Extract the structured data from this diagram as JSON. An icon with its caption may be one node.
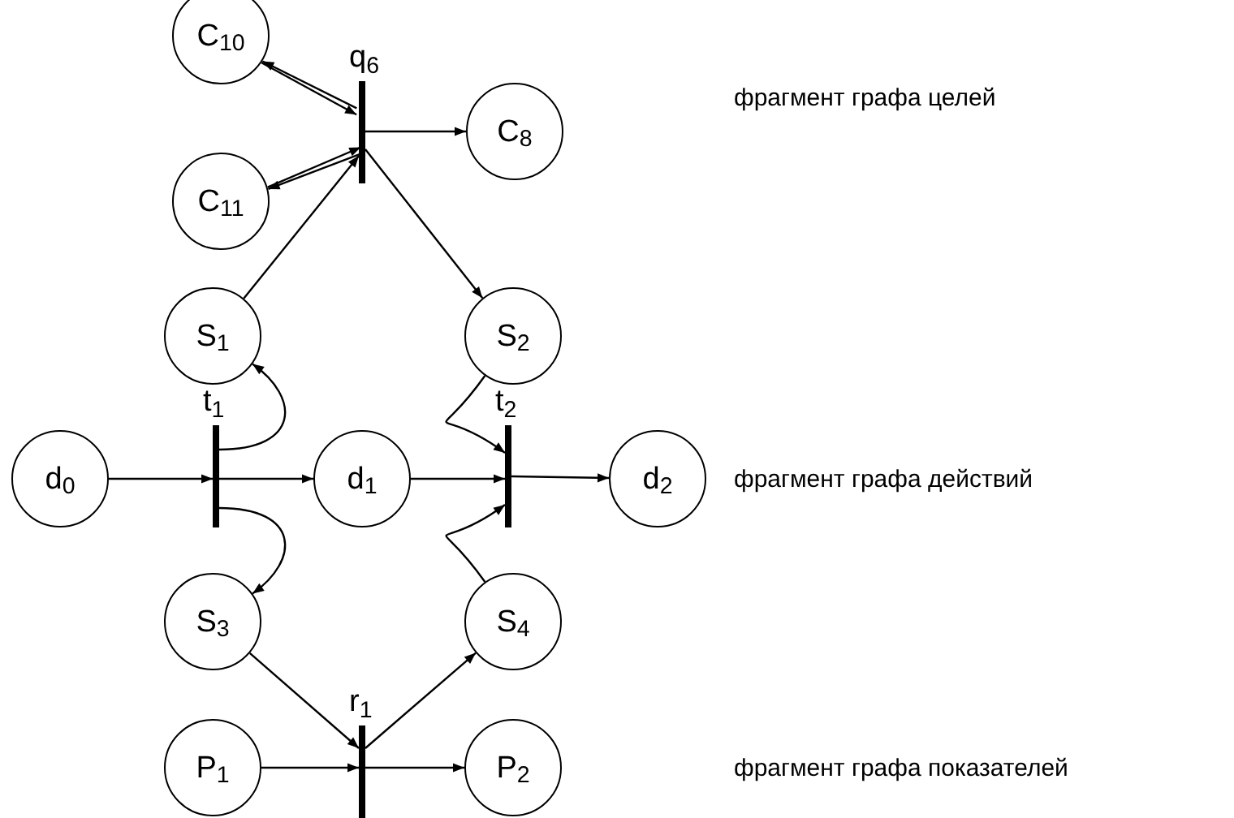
{
  "diagram": {
    "nodes": [
      {
        "text": [
          "C$_{10}$"
        ]
      },
      {
        "text": [
          "q$_{6}$"
        ]
      },
      {
        "text": [
          "C$_{8}$"
        ]
      },
      {
        "text": [
          "C$_{11}$"
        ]
      },
      {
        "text": [
          "S$_{1}$"
        ]
      },
      {
        "text": [
          "S$_{2}$"
        ]
      },
      {
        "text": [
          "d$_{0}$"
        ]
      },
      {
        "text": [
          "t$_{1}$"
        ]
      },
      {
        "text": [
          "d$_{1}$"
        ]
      },
      {
        "text": [
          "t$_{2}$"
        ]
      },
      {
        "text": [
          "d$_{2}$"
        ]
      },
      {
        "text": [
          "S$_{3}$"
        ]
      },
      {
        "text": [
          "S$_{4}$"
        ]
      },
      {
        "text": [
          "r$_{1}$"
        ]
      },
      {
        "text": [
          "P$_{1}$"
        ]
      },
      {
        "text": [
          "P$_{2}$"
        ]
      }
    ],
    "edges": [
      {
        "from": 1,
        "to": 0,
        "arrow": "to"
      },
      {
        "from": 0,
        "to": 1,
        "arrow": "to"
      },
      {
        "from": 1,
        "to": 3,
        "arrow": "to"
      },
      {
        "from": 3,
        "to": 1,
        "arrow": "to"
      },
      {
        "from": 1,
        "to": 2,
        "arrow": "to"
      },
      {
        "from": 4,
        "to": 1,
        "arrow": "to"
      },
      {
        "from": 1,
        "to": 5,
        "arrow": "to"
      },
      {
        "from": 6,
        "to": 7,
        "arrow": "to"
      },
      {
        "from": 7,
        "to": 8,
        "arrow": "to"
      },
      {
        "from": 7,
        "to": 4,
        "arrow": "to"
      },
      {
        "from": 7,
        "to": 11,
        "arrow": "to"
      },
      {
        "from": 8,
        "to": 9,
        "arrow": "to"
      },
      {
        "from": 5,
        "to": 9,
        "arrow": "to"
      },
      {
        "from": 12,
        "to": 9,
        "arrow": "to"
      },
      {
        "from": 9,
        "to": 10,
        "arrow": "to"
      },
      {
        "from": 11,
        "to": 13,
        "arrow": "to"
      },
      {
        "from": 13,
        "to": 12,
        "arrow": "to"
      },
      {
        "from": 14,
        "to": 13,
        "arrow": "to"
      },
      {
        "from": 13,
        "to": 15,
        "arrow": "to"
      }
    ],
    "labels": [
      "фрагмент графа целей",
      "фрагмент графа действий",
      "фрагмент графа показателей"
    ]
  }
}
